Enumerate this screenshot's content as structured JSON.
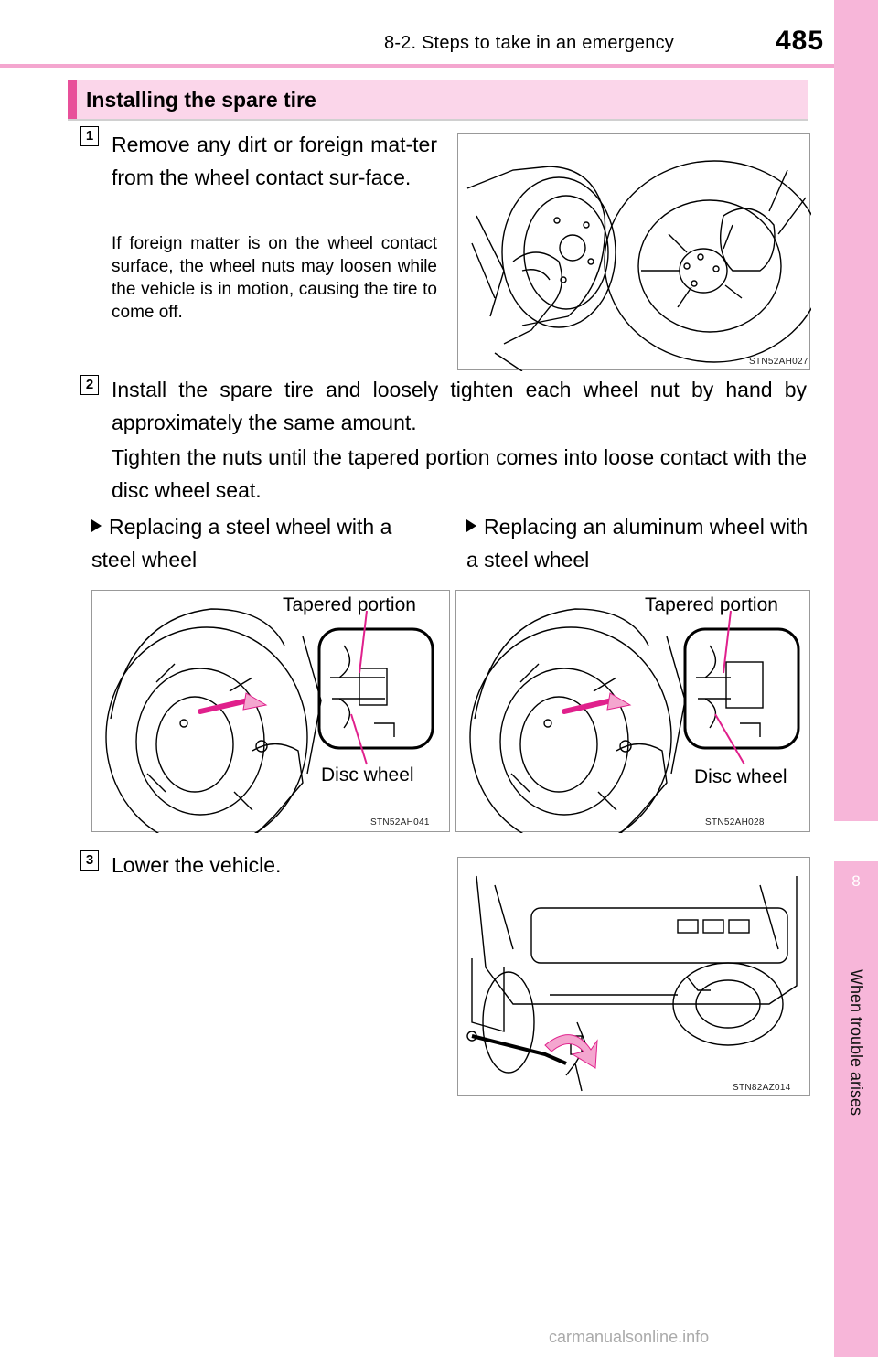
{
  "header": {
    "section": "8-2. Steps to take in an emergency",
    "page_number": "485"
  },
  "side_tab": {
    "chapter_number": "8",
    "chapter_title": "When trouble arises"
  },
  "section_title": "Installing the spare tire",
  "steps": [
    {
      "number": "1",
      "text": "Remove any dirt or foreign mat-ter from the wheel contact sur-face.",
      "note": "If foreign matter is on the wheel contact surface, the wheel nuts may loosen while the vehicle is in motion, causing the tire to come off.",
      "figure_code": "STN52AH027"
    },
    {
      "number": "2",
      "text": "Install the spare tire and loosely tighten each wheel nut by hand by approximately the same amount.",
      "text2": "Tighten the nuts until the tapered portion comes into loose contact with the disc wheel seat.",
      "options": [
        {
          "label": "Replacing a steel wheel with a steel wheel",
          "figure_code": "STN52AH041",
          "callout_top": "Tapered portion",
          "callout_bottom": "Disc wheel"
        },
        {
          "label": "Replacing an aluminum wheel with a steel wheel",
          "figure_code": "STN52AH028",
          "callout_top": "Tapered portion",
          "callout_bottom": "Disc wheel"
        }
      ]
    },
    {
      "number": "3",
      "text": "Lower the vehicle.",
      "figure_code": "STN82AZ014"
    }
  ],
  "watermark": "carmanualsonline.info",
  "colors": {
    "accent": "#e8509a",
    "tab": "#f7b6d9",
    "bar": "#fbd6ea",
    "leader": "#e0208c"
  }
}
